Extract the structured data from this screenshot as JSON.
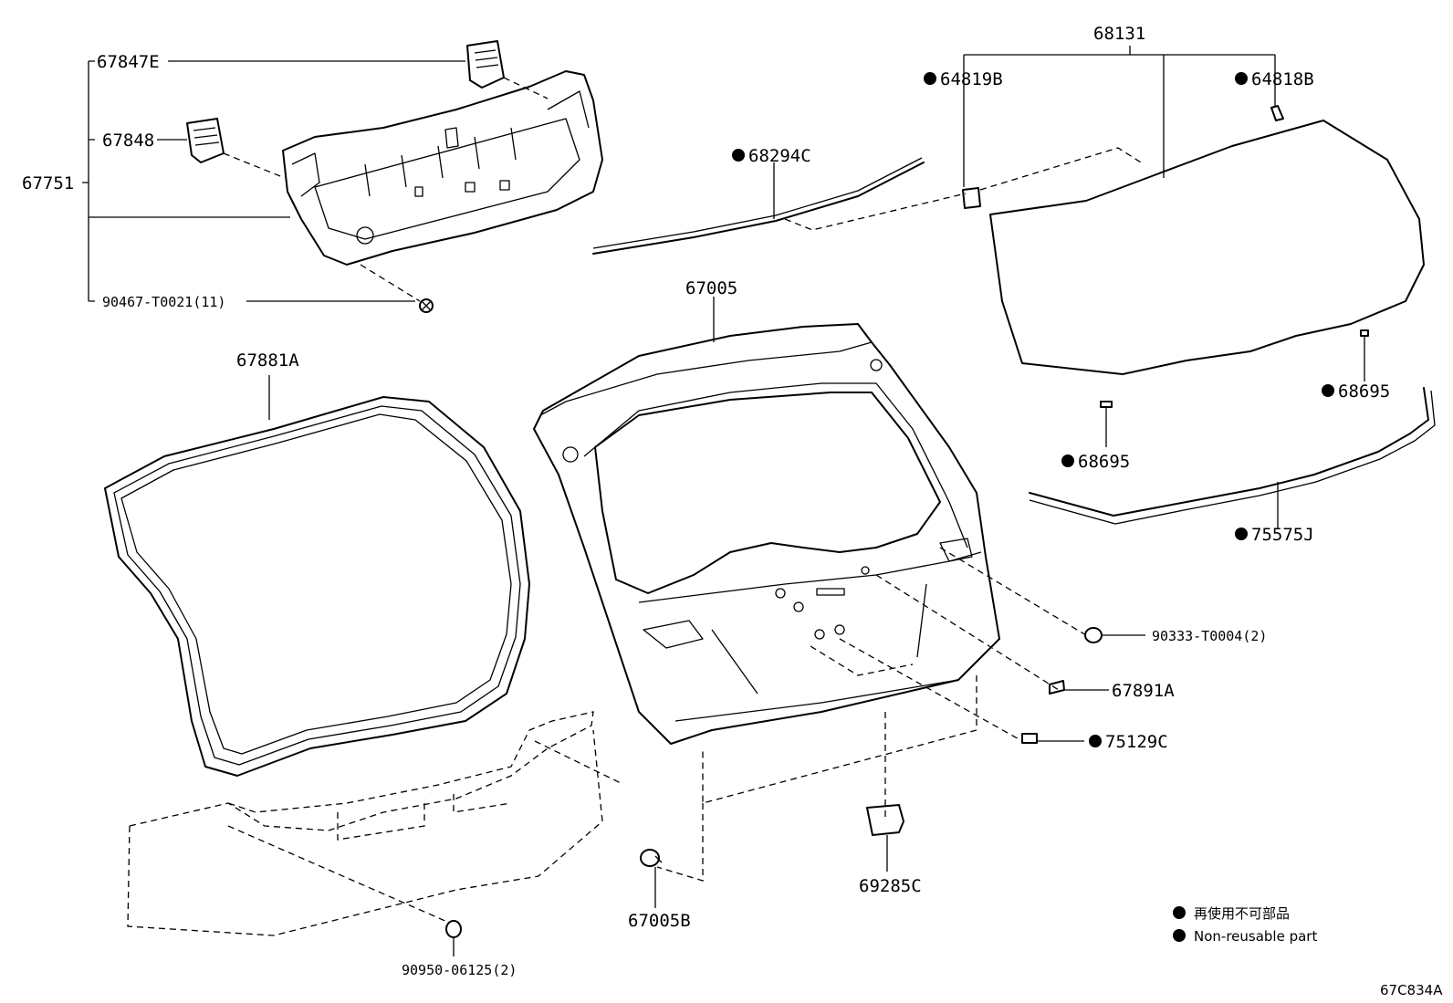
{
  "parts": {
    "p67847E": "67847E",
    "p67848": "67848",
    "p67751": "67751",
    "p90467": "90467-T0021(11)",
    "p68294C": "68294C",
    "p68131": "68131",
    "p64819B": "64819B",
    "p64818B": "64818B",
    "p67005": "67005",
    "p67881A": "67881A",
    "p68695a": "68695",
    "p68695b": "68695",
    "p75575J": "75575J",
    "p90333": "90333-T0004(2)",
    "p67891A": "67891A",
    "p75129C": "75129C",
    "p69285C": "69285C",
    "p67005B": "67005B",
    "p90950": "90950-06125(2)"
  },
  "legend": {
    "line1": "再使用不可部品",
    "line2": "Non-reusable part"
  },
  "reference": "67C834A",
  "colors": {
    "ink": "#000000",
    "background": "#ffffff"
  }
}
